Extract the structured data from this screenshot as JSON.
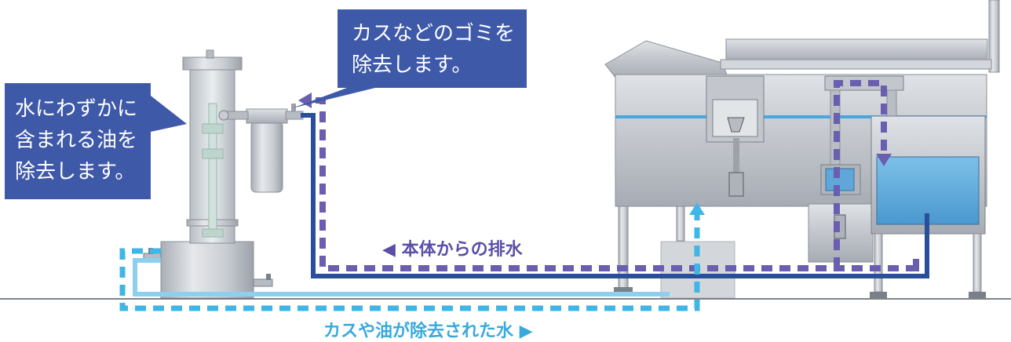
{
  "callouts": {
    "left": {
      "line1": "水にわずかに",
      "line2": "含まれる油を",
      "line3": "除去します。"
    },
    "top": {
      "line1": "カスなどのゴミを",
      "line2": "除去します。"
    }
  },
  "labels": {
    "drain": "◀ 本体からの排水",
    "clean": "カスや油が除去された水 ▶"
  },
  "colors": {
    "callout_bg": "#3f59a9",
    "drain_flow": "#6a5eb0",
    "drain_label": "#5a4fa8",
    "clean_flow": "#3fb6e6",
    "clean_label": "#38a9de",
    "pipe": "#2a4f9a",
    "steel": "#c8ccd2",
    "water": "#5aa9dd"
  }
}
